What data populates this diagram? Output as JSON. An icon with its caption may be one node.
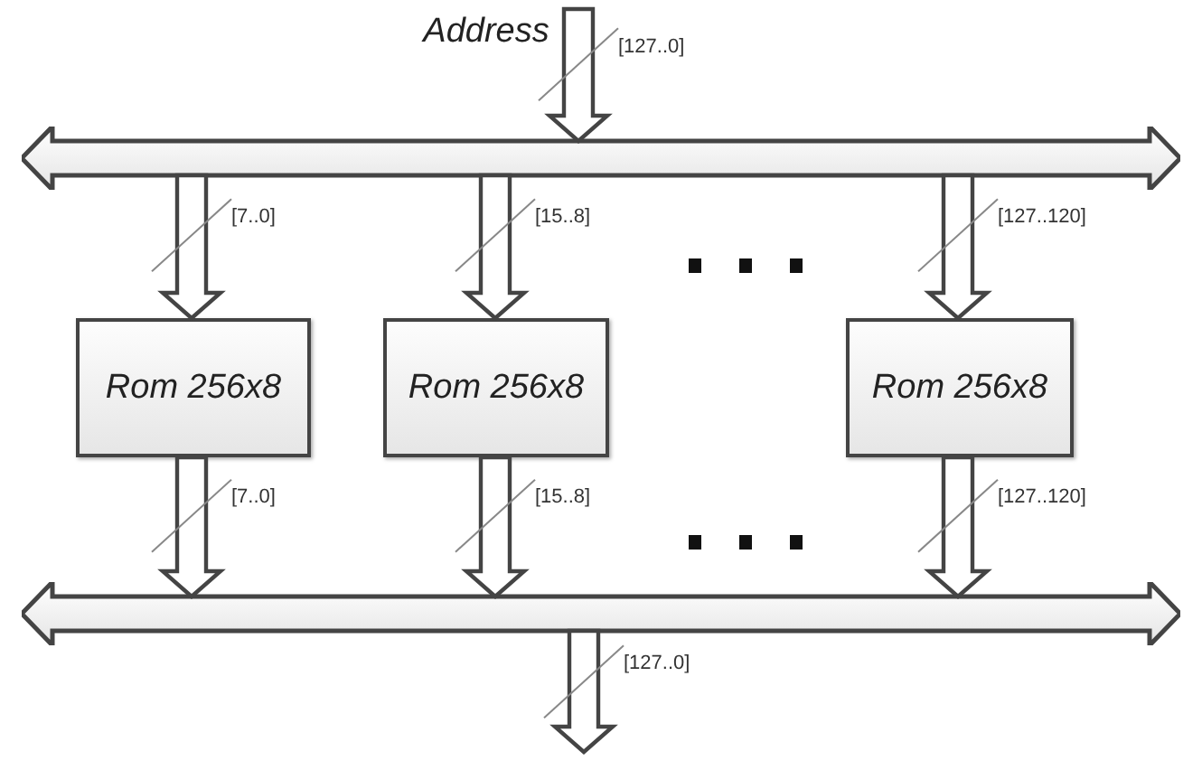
{
  "diagram": {
    "nodes": [
      {
        "text": [
          "Address"
        ]
      },
      {
        "text": [],
        "shape": "bar"
      },
      {
        "text": [
          "Rom 256x8"
        ]
      },
      {
        "text": [
          "Rom 256x8"
        ]
      },
      {
        "text": [
          "Rom 256x8"
        ]
      },
      {
        "text": [],
        "shape": "bar"
      }
    ],
    "edges": [
      {
        "from": 0,
        "to": 1,
        "arrow": "to",
        "label": "[127..0]"
      },
      {
        "from": 1,
        "to": 2,
        "arrow": "to",
        "label": "[7..0]"
      },
      {
        "from": 1,
        "to": 3,
        "arrow": "to",
        "label": "[15..8]"
      },
      {
        "from": 1,
        "to": 4,
        "arrow": "to",
        "label": "[127..120]"
      },
      {
        "from": 2,
        "to": 5,
        "arrow": "to",
        "label": "[7..0]"
      },
      {
        "from": 3,
        "to": 5,
        "arrow": "to",
        "label": "[15..8]"
      },
      {
        "from": 4,
        "to": 5,
        "arrow": "to",
        "label": "[127..120]"
      },
      {
        "from": 5,
        "to": null,
        "arrow": "to",
        "label": "[127..0]"
      }
    ]
  }
}
